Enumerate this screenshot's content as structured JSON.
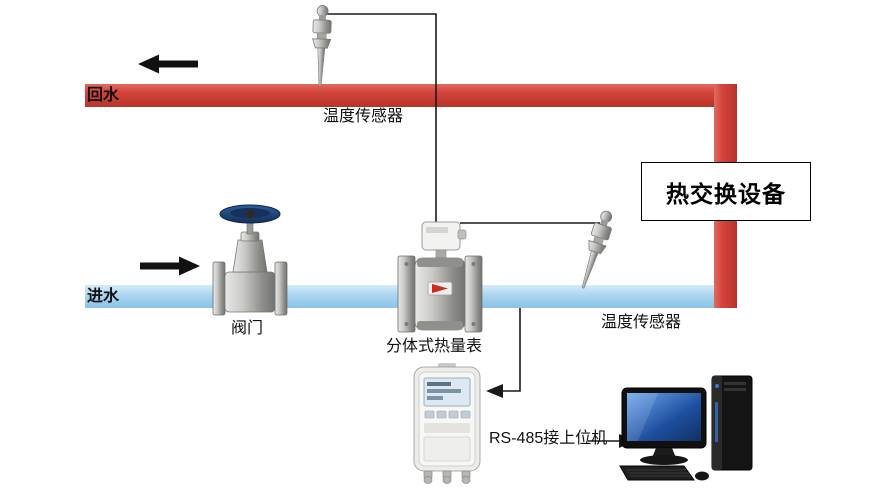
{
  "diagram": {
    "pipes": {
      "return_label": "回水",
      "inlet_label": "进水"
    },
    "components": {
      "temp_sensor_top": "温度传感器",
      "temp_sensor_bottom": "温度传感器",
      "heat_exchanger": "热交换设备",
      "valve": "阀门",
      "heat_meter": "分体式热量表",
      "rs485_link": "RS-485接上位机"
    },
    "colors": {
      "return_pipe_red": "#d4453c",
      "inlet_pipe_blue": "#aad5f0",
      "handwheel_blue": "#1f4479",
      "monitor_screen_blue": "#3a7bd5",
      "connection_line": "#1a1a1a"
    }
  }
}
